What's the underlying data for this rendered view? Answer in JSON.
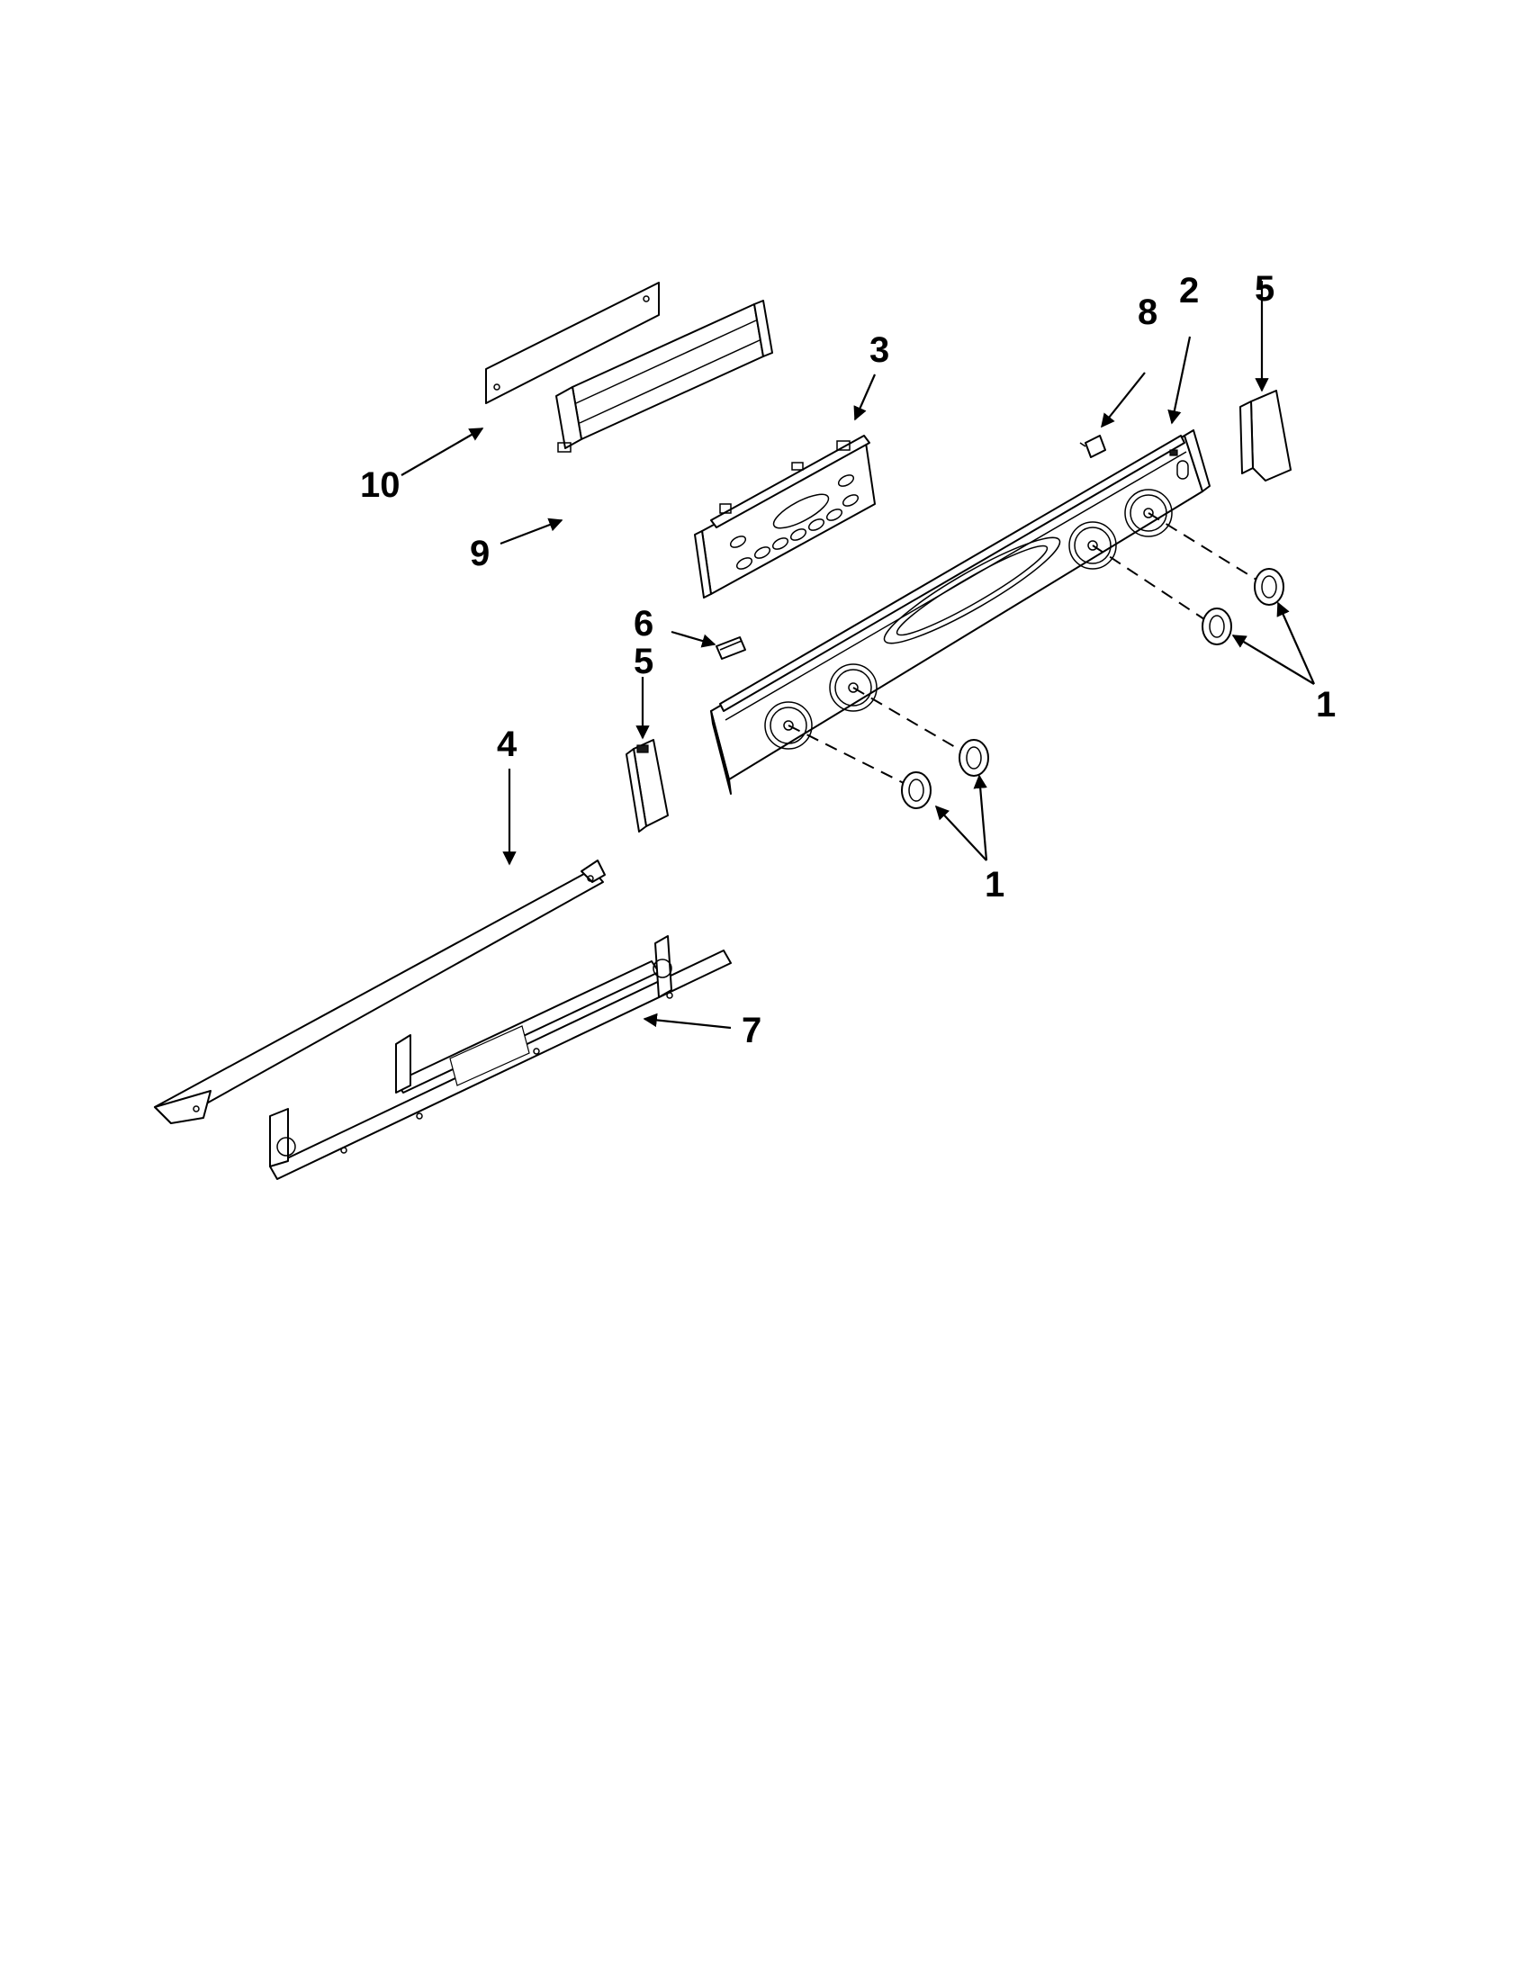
{
  "callouts": {
    "c1a": "1",
    "c1b": "1",
    "c2": "2",
    "c3": "3",
    "c4": "4",
    "c5a": "5",
    "c5b": "5",
    "c6": "6",
    "c7": "7",
    "c8": "8",
    "c9": "9",
    "c10": "10"
  },
  "colors": {
    "ink": "#000000",
    "paper": "#ffffff"
  }
}
